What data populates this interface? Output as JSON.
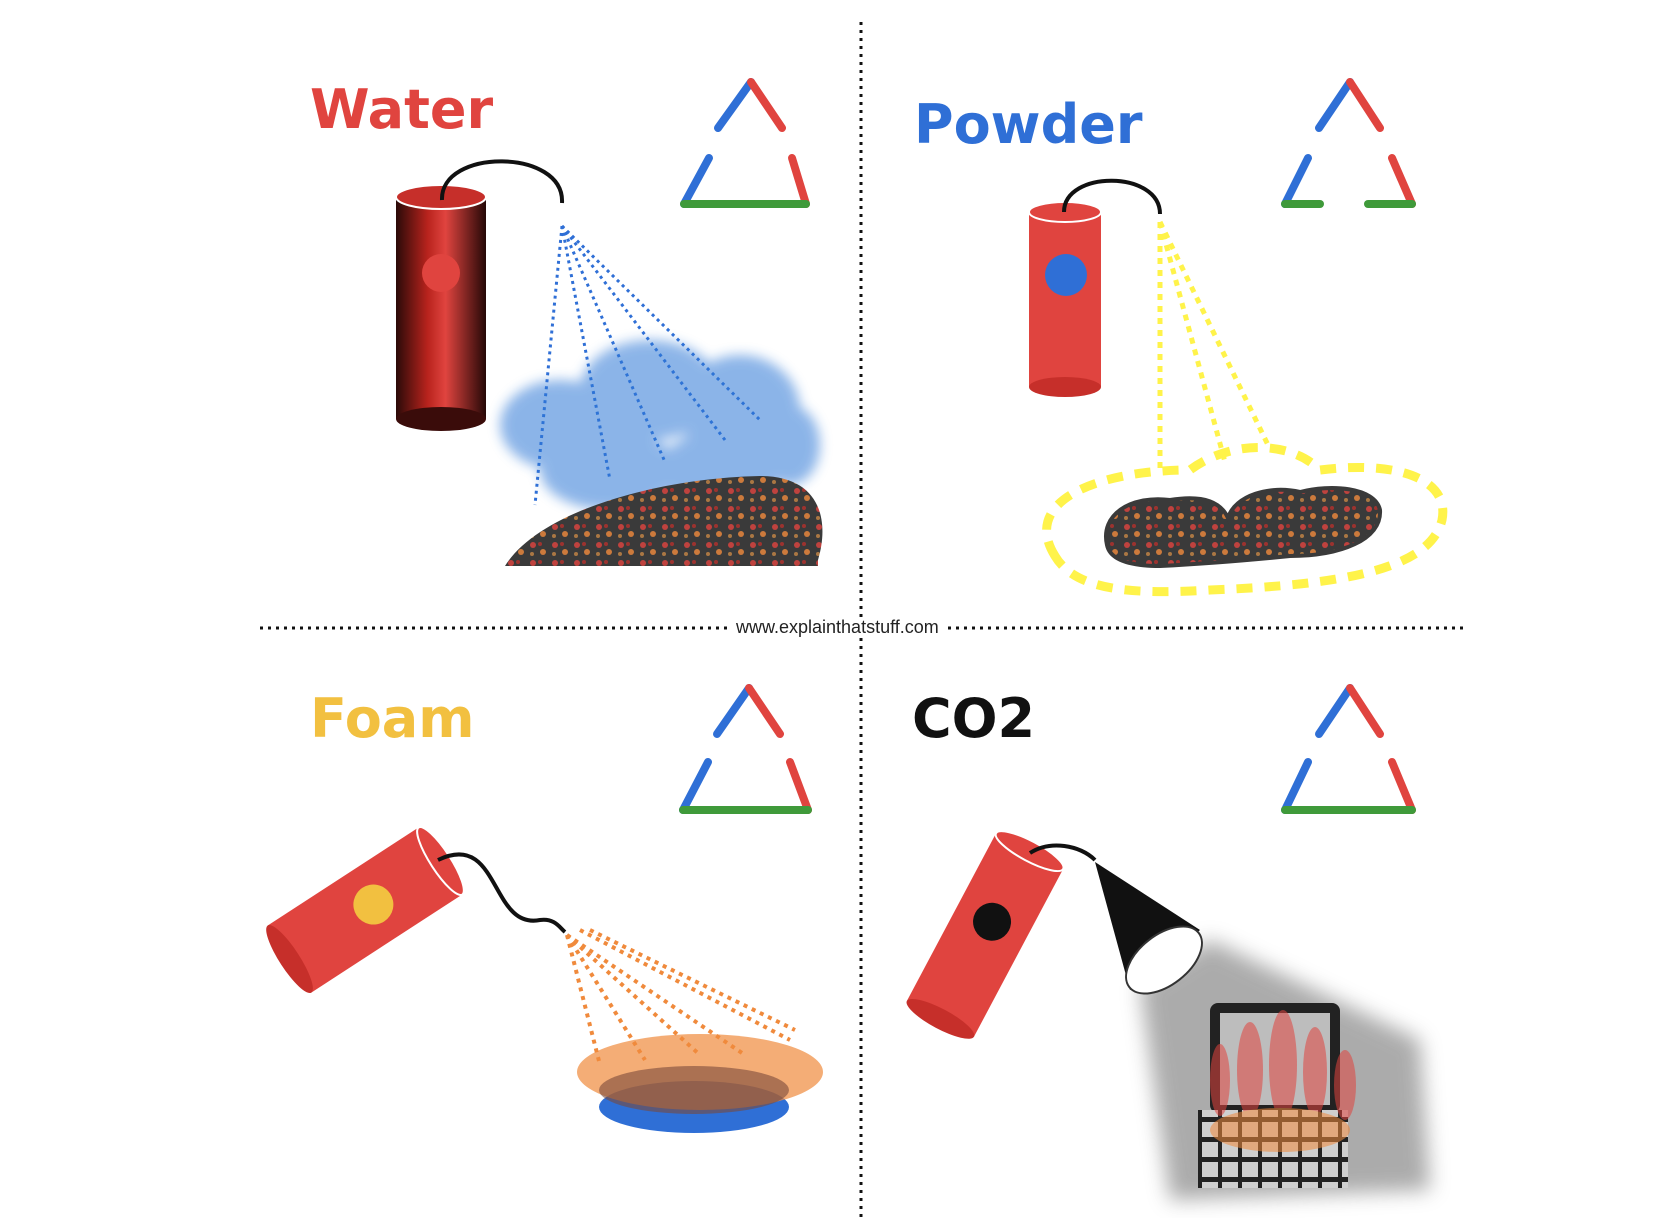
{
  "panels": [
    {
      "id": "water",
      "label": "Water",
      "label_color": "#e0443f"
    },
    {
      "id": "powder",
      "label": "Powder",
      "label_color": "#2f6fd6"
    },
    {
      "id": "foam",
      "label": "Foam",
      "label_color": "#f2c040"
    },
    {
      "id": "co2",
      "label": "CO2",
      "label_color": "#111111"
    }
  ],
  "credit": "www.explainthatstuff.com",
  "colors": {
    "extinguisher_red": "#e0443f",
    "triangle_blue": "#2f6fd6",
    "triangle_red": "#e0443f",
    "triangle_green": "#3f9a3a",
    "water_blue": "#2f78d6",
    "powder_yellow": "#fff34a",
    "foam_orange": "#f08a3c",
    "fire_dark": "#3a3a3a"
  },
  "icons": [
    "fire-triangle-icon",
    "extinguisher-icon",
    "fire-icon"
  ]
}
